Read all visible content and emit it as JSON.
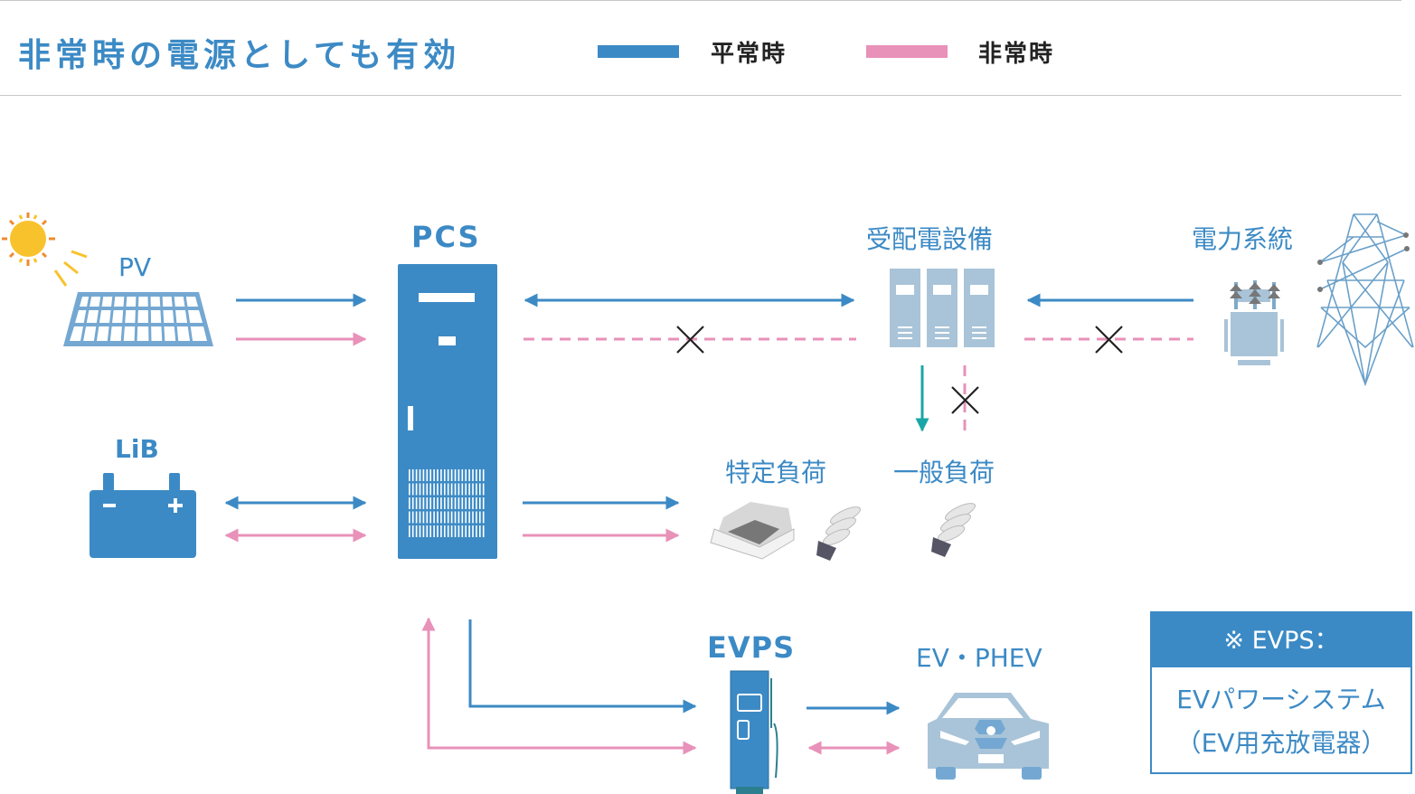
{
  "header": {
    "title": "非常時の電源としても有効",
    "legend": [
      {
        "label": "平常時",
        "color": "#3c8ac5",
        "line_style": "solid"
      },
      {
        "label": "非常時",
        "color": "#e891b9",
        "line_style": "solid"
      }
    ]
  },
  "nodes": {
    "pv": {
      "label": "PV",
      "icon": "solar-panel-icon"
    },
    "sun": {
      "icon": "sun-icon"
    },
    "lib": {
      "label": "LiB",
      "icon": "battery-icon"
    },
    "pcs": {
      "label": "PCS",
      "icon": "power-conditioner-cabinet-icon"
    },
    "substation": {
      "label": "受配電設備",
      "icon": "switchgear-cabinets-icon"
    },
    "grid": {
      "label": "電力系統",
      "icon": "transmission-tower-icon",
      "transformer_icon": "transformer-icon"
    },
    "specific_load": {
      "label": "特定負荷",
      "icons": [
        "air-conditioner-icon",
        "light-bulb-icon"
      ]
    },
    "general_load": {
      "label": "一般負荷",
      "icons": [
        "light-bulb-icon"
      ]
    },
    "evps": {
      "label": "EVPS",
      "icon": "ev-charger-icon"
    },
    "ev": {
      "label": "EV・PHEV",
      "icon": "car-icon"
    }
  },
  "flows": [
    {
      "from": "PV",
      "to": "PCS",
      "mode": "平常時",
      "direction": "one-way"
    },
    {
      "from": "PV",
      "to": "PCS",
      "mode": "非常時",
      "direction": "one-way"
    },
    {
      "from": "LiB",
      "to": "PCS",
      "mode": "平常時",
      "direction": "two-way"
    },
    {
      "from": "LiB",
      "to": "PCS",
      "mode": "非常時",
      "direction": "two-way"
    },
    {
      "from": "PCS",
      "to": "受配電設備",
      "mode": "平常時",
      "direction": "two-way"
    },
    {
      "from": "PCS",
      "to": "受配電設備",
      "mode": "非常時",
      "direction": "blocked"
    },
    {
      "from": "電力系統",
      "to": "受配電設備",
      "mode": "平常時",
      "direction": "one-way"
    },
    {
      "from": "電力系統",
      "to": "受配電設備",
      "mode": "非常時",
      "direction": "blocked"
    },
    {
      "from": "受配電設備",
      "to": "一般負荷",
      "mode": "平常時",
      "direction": "one-way"
    },
    {
      "from": "受配電設備",
      "to": "一般負荷",
      "mode": "非常時",
      "direction": "blocked"
    },
    {
      "from": "PCS",
      "to": "特定負荷",
      "mode": "平常時",
      "direction": "one-way"
    },
    {
      "from": "PCS",
      "to": "特定負荷",
      "mode": "非常時",
      "direction": "one-way"
    },
    {
      "from": "PCS",
      "to": "EVPS",
      "mode": "平常時",
      "direction": "one-way"
    },
    {
      "from": "EVPS",
      "to": "PCS",
      "mode": "非常時",
      "direction": "two-way-bent"
    },
    {
      "from": "EVPS",
      "to": "EV・PHEV",
      "mode": "平常時",
      "direction": "one-way"
    },
    {
      "from": "EVPS",
      "to": "EV・PHEV",
      "mode": "非常時",
      "direction": "two-way"
    }
  ],
  "note": {
    "heading": "※ EVPS：",
    "line1": "EVパワーシステム",
    "line2": "（EV用充放電器）"
  },
  "colors": {
    "normal": "#3c8ac5",
    "emergency": "#e891b9",
    "general_load_arrow": "#1aa6a6",
    "equipment_light": "#a9c4d8",
    "blocked_mark": "#222222"
  }
}
